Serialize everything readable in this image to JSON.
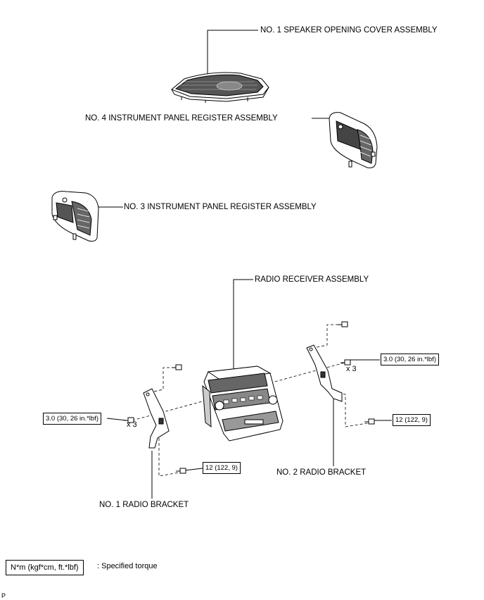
{
  "labels": {
    "speaker_cover": "NO. 1 SPEAKER OPENING COVER ASSEMBLY",
    "register_4": "NO. 4 INSTRUMENT PANEL REGISTER ASSEMBLY",
    "register_3": "NO. 3 INSTRUMENT PANEL REGISTER ASSEMBLY",
    "radio_receiver": "RADIO RECEIVER ASSEMBLY",
    "radio_bracket_2": "NO. 2 RADIO BRACKET",
    "radio_bracket_1": "NO. 1 RADIO BRACKET"
  },
  "torques": {
    "right_screws": "3.0 (30, 26 in.*lbf)",
    "left_screws": "3.0 (30, 26 in.*lbf)",
    "right_bolt": "12 (122, 9)",
    "left_bolt": "12 (122, 9)"
  },
  "quantities": {
    "right": "x 3",
    "left": "x 3"
  },
  "legend": {
    "unit": "N*m (kgf*cm, ft.*lbf)",
    "meaning": ": Specified torque"
  },
  "corner_mark": "P"
}
